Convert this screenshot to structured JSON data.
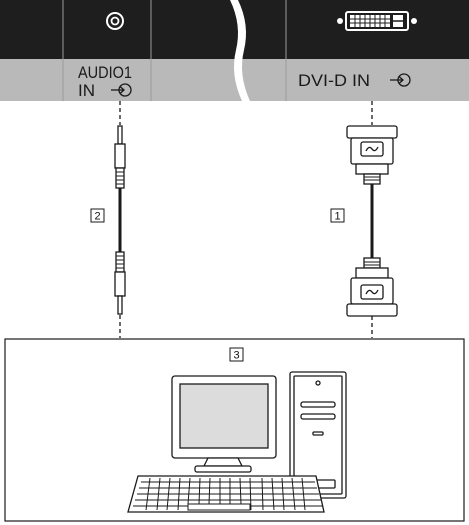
{
  "panel": {
    "audio_label_line1": "AUDIO1",
    "audio_label_line2": "IN",
    "dvi_label": "DVI-D IN"
  },
  "callouts": {
    "dvi_cable": "1",
    "audio_cable": "2",
    "computer": "3"
  },
  "colors": {
    "panel_top": "#1e1e1e",
    "panel_label_strip": "#b9b9b9",
    "line": "#1a1a1a"
  },
  "icons": {
    "audio_jack": "audio-jack-icon",
    "dvi_port": "dvi-port-icon",
    "input_arrow": "input-arrow-icon"
  }
}
